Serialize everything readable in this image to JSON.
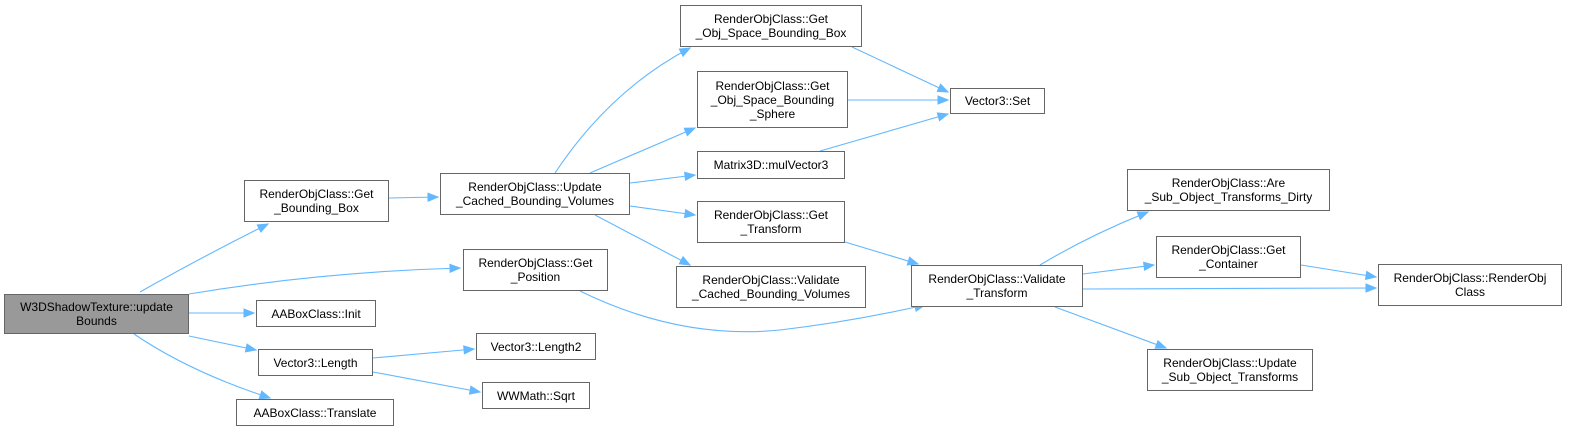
{
  "colors": {
    "edge": "#63b8ff",
    "node_border": "#666666",
    "root_fill": "#999999",
    "node_fill": "#ffffff"
  },
  "nodes": {
    "root": "W3DShadowTexture::update\nBounds",
    "get_bounding_box": "RenderObjClass::Get\n_Bounding_Box",
    "update_cached": "RenderObjClass::Update\n_Cached_Bounding_Volumes",
    "get_obj_space_box": "RenderObjClass::Get\n_Obj_Space_Bounding_Box",
    "get_obj_space_sphere": "RenderObjClass::Get\n_Obj_Space_Bounding\n_Sphere",
    "mul_vector3": "Matrix3D::mulVector3",
    "get_transform": "RenderObjClass::Get\n_Transform",
    "validate_cached": "RenderObjClass::Validate\n_Cached_Bounding_Volumes",
    "vector3_set": "Vector3::Set",
    "get_position": "RenderObjClass::Get\n_Position",
    "aabox_init": "AABoxClass::Init",
    "vector3_length": "Vector3::Length",
    "vector3_length2": "Vector3::Length2",
    "wwmath_sqrt": "WWMath::Sqrt",
    "aabox_translate": "AABoxClass::Translate",
    "validate_transform": "RenderObjClass::Validate\n_Transform",
    "are_sub_dirty": "RenderObjClass::Are\n_Sub_Object_Transforms_Dirty",
    "get_container": "RenderObjClass::Get\n_Container",
    "update_sub": "RenderObjClass::Update\n_Sub_Object_Transforms",
    "renderobj_ctor": "RenderObjClass::RenderObj\nClass"
  }
}
